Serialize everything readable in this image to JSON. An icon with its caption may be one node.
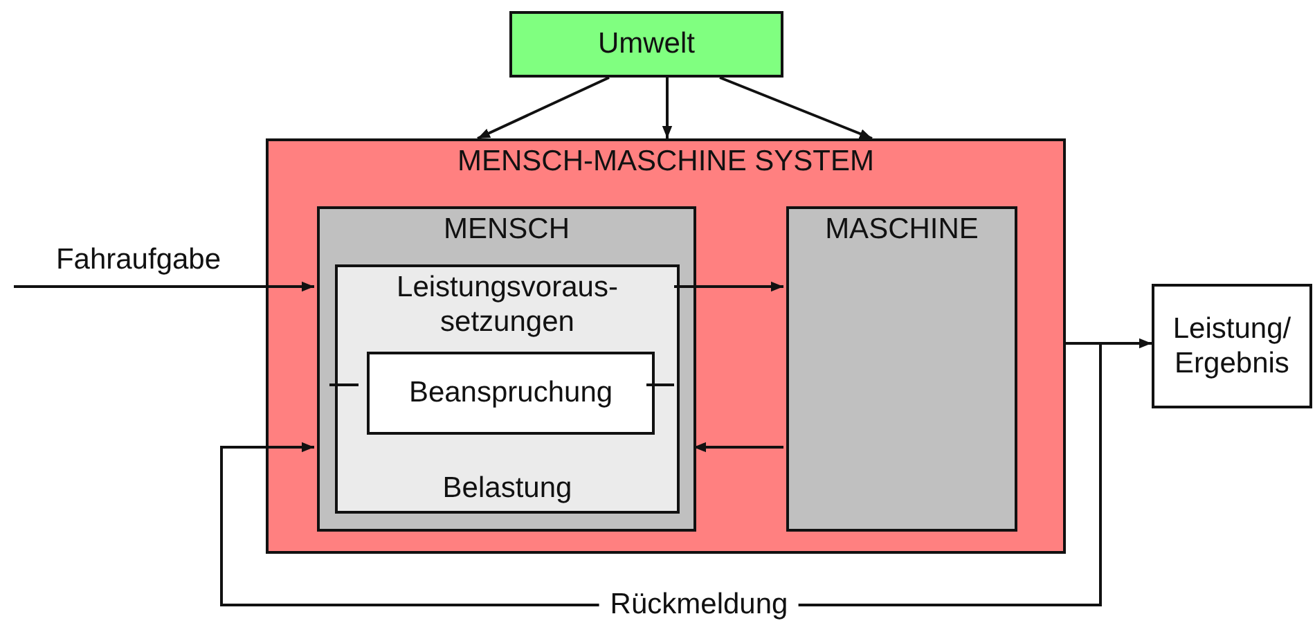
{
  "diagram": {
    "nodes": [
      {
        "text": [
          "Umwelt"
        ]
      },
      {
        "text": [
          "MENSCH-MASCHINE SYSTEM"
        ]
      },
      {
        "text": [
          "MENSCH"
        ],
        "in": 1
      },
      {
        "text": [
          "Leistungsvoraus- setzungen",
          "Belastung"
        ],
        "in": 2
      },
      {
        "text": [
          "Beanspruchung"
        ],
        "in": 3
      },
      {
        "text": [
          "MASCHINE"
        ],
        "in": 1
      },
      {
        "text": [
          "Leistung/ Ergebnis"
        ]
      }
    ],
    "edges": [
      {
        "from": 0,
        "to": 1,
        "arrow": "to"
      },
      {
        "from": 0,
        "to": 1,
        "arrow": "to"
      },
      {
        "from": 0,
        "to": 1,
        "arrow": "to"
      },
      {
        "from": null,
        "to": 2,
        "arrow": "to",
        "label": "Fahraufgabe"
      },
      {
        "from": 3,
        "to": 5,
        "arrow": "to"
      },
      {
        "from": 5,
        "to": 2,
        "arrow": "to"
      },
      {
        "from": 3,
        "to": 4,
        "arrow": "none"
      },
      {
        "from": 3,
        "to": 4,
        "arrow": "none"
      },
      {
        "from": 1,
        "to": 6,
        "arrow": "to"
      },
      {
        "from": 1,
        "to": 2,
        "arrow": "to",
        "label": "Rückmeldung"
      }
    ]
  }
}
